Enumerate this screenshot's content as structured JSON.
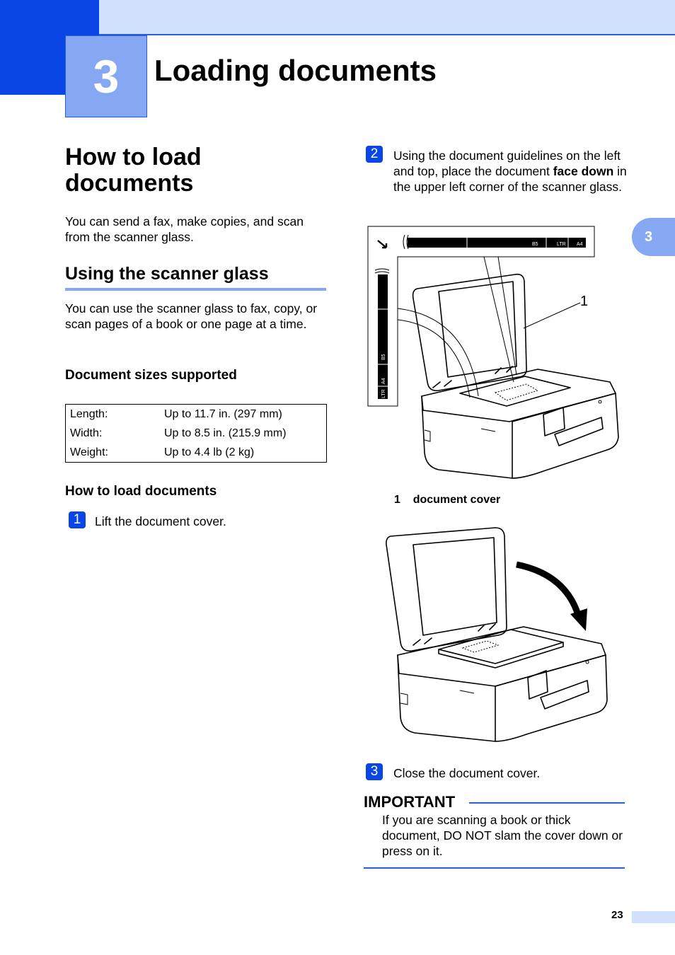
{
  "header": {
    "chapter_number": "3",
    "chapter_title": "Loading documents",
    "side_tab": "3"
  },
  "main": {
    "title": "How to load documents",
    "intro": "You can send a fax, make copies, and scan from the scanner glass."
  },
  "scanner_glass": {
    "heading": "Using the scanner glass",
    "body": "You can use the scanner glass to fax, copy, or scan pages of a book or one page at a time."
  },
  "sizes": {
    "heading": "Document sizes supported",
    "rows": [
      {
        "label": "Length:",
        "value": "Up to 11.7 in. (297 mm)"
      },
      {
        "label": "Width:",
        "value": "Up to 8.5 in. (215.9 mm)"
      },
      {
        "label": "Weight:",
        "value": "Up to 4.4 lb (2 kg)"
      }
    ]
  },
  "how_to": {
    "heading": "How to load documents",
    "steps": [
      {
        "num": "1",
        "text": "Lift the document cover."
      },
      {
        "num": "2",
        "text_before": "Using the document guidelines on the left and top, place the document ",
        "bold": "face down",
        "text_after": " in the upper left corner of the scanner glass."
      },
      {
        "num": "3",
        "text": "Close the document cover."
      }
    ]
  },
  "figure1": {
    "callout": "1",
    "caption_num": "1",
    "caption": "document cover",
    "top_guide_labels": [
      "B5",
      "LTR",
      "A4"
    ],
    "side_guide_labels": [
      "B5",
      "A4",
      "LTR"
    ]
  },
  "important": {
    "title": "IMPORTANT",
    "text": "If you are scanning a book or thick document, DO NOT slam the cover down or press on it."
  },
  "footer": {
    "page_number": "23"
  },
  "colors": {
    "accent_dark": "#0a45e6",
    "accent_mid": "#86a8f2",
    "accent_light": "#cfdffc",
    "rule": "#2b5fd9"
  }
}
